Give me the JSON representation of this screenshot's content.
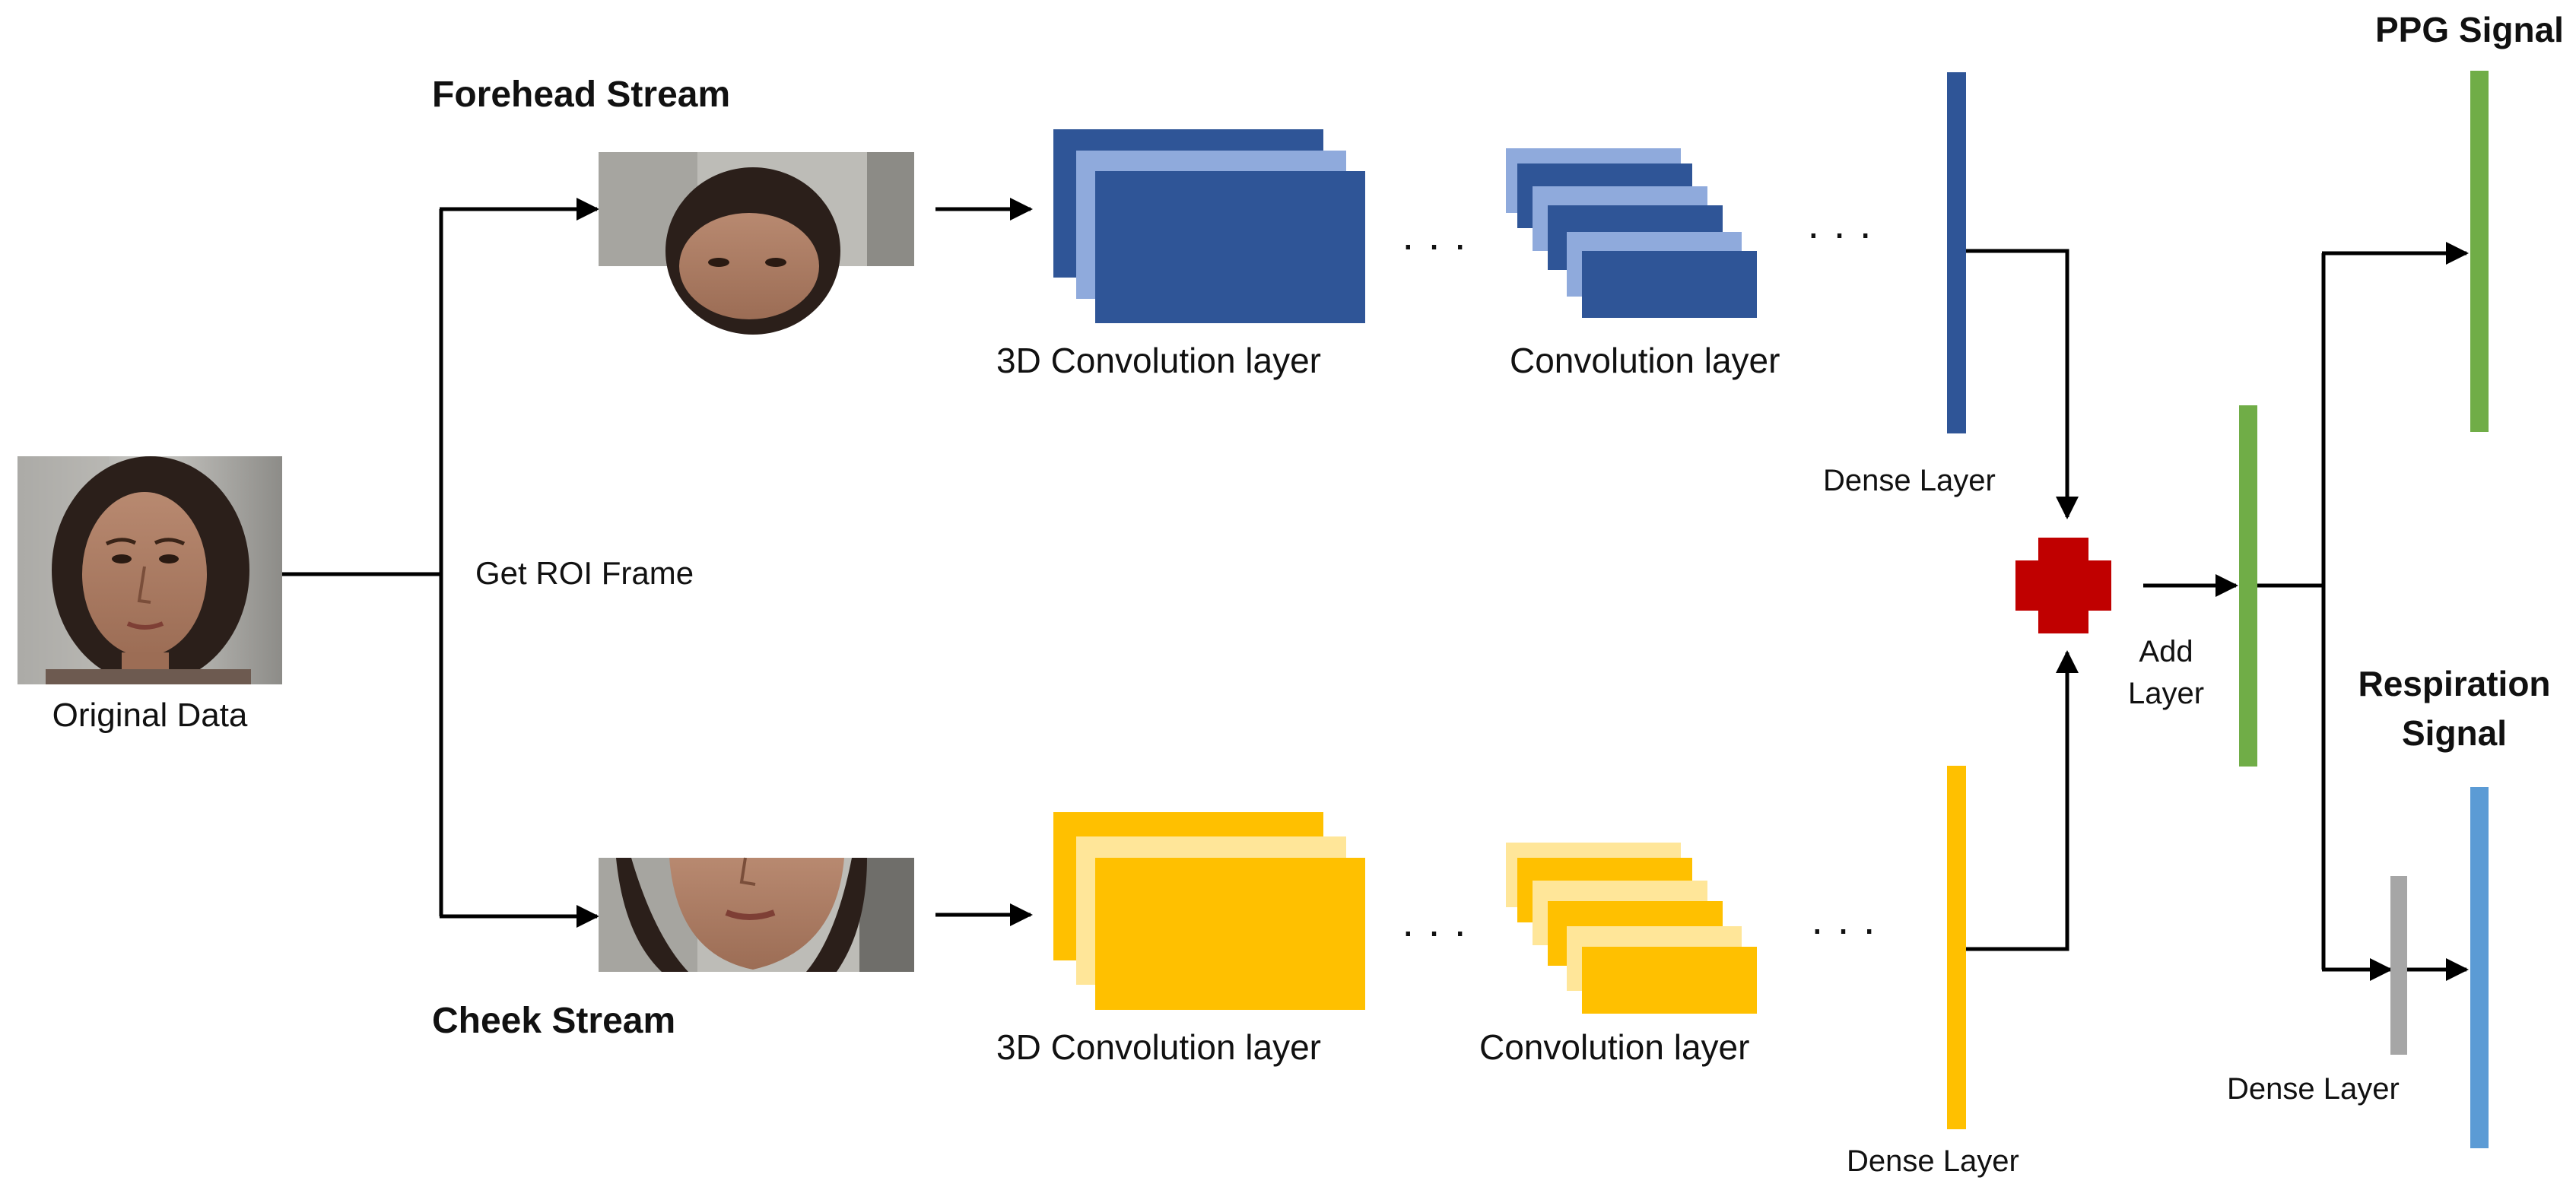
{
  "labels": {
    "original_data": "Original Data",
    "get_roi_frame": "Get ROI Frame",
    "forehead_stream": "Forehead Stream",
    "cheek_stream": "Cheek Stream",
    "conv3d_top": "3D Convolution layer",
    "conv_top": "Convolution layer",
    "conv3d_bottom": "3D Convolution layer",
    "conv_bottom": "Convolution layer",
    "dense_top": "Dense Layer",
    "dense_bottom": "Dense Layer",
    "dense_right": "Dense Layer",
    "add_layer_line1": "Add",
    "add_layer_line2": "Layer",
    "ppg_signal": "PPG Signal",
    "respiration_line1": "Respiration",
    "respiration_line2": "Signal",
    "ellipsis": "· · ·"
  },
  "colors": {
    "forehead_dark": "#2f5597",
    "forehead_light": "#8faadc",
    "cheek_dark": "#ffc000",
    "cheek_light": "#ffe699",
    "add_symbol": "#c00000",
    "green_layer": "#70ad47",
    "grey_layer": "#a6a6a6",
    "blue_layer": "#5b9bd5",
    "arrow": "#000000"
  },
  "icons": {
    "add": "plus-icon",
    "face_original": "face-photo",
    "face_forehead": "forehead-crop-photo",
    "face_cheek": "cheek-crop-photo"
  }
}
